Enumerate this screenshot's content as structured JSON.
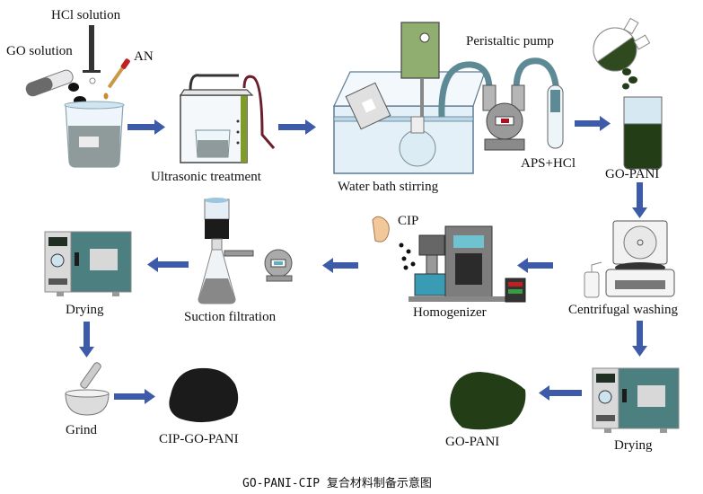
{
  "colors": {
    "arrow": "#3d5ba8",
    "go_pani_green": "#233d17",
    "oven_teal": "#4b7f80",
    "water_blue": "#cfe6f2",
    "powder_black": "#1b1b1b"
  },
  "steps": {
    "hcl_solution": "HCl solution",
    "go_solution": "GO solution",
    "an": "AN",
    "ultrasonic": "Ultrasonic treatment",
    "water_bath": "Water bath stirring",
    "pump": "Peristaltic pump",
    "aps_hcl": "APS+HCl",
    "go_pani_top": "GO-PANI",
    "centrifugal": "Centrifugal washing",
    "homogenizer": "Homogenizer",
    "cip": "CIP",
    "suction": "Suction filtration",
    "drying_left": "Drying",
    "drying_right": "Drying",
    "go_pani_powder": "GO-PANI",
    "grind": "Grind",
    "cip_go_pani": "CIP-GO-PANI"
  },
  "caption": "GO-PANI-CIP 复合材料制备示意图"
}
